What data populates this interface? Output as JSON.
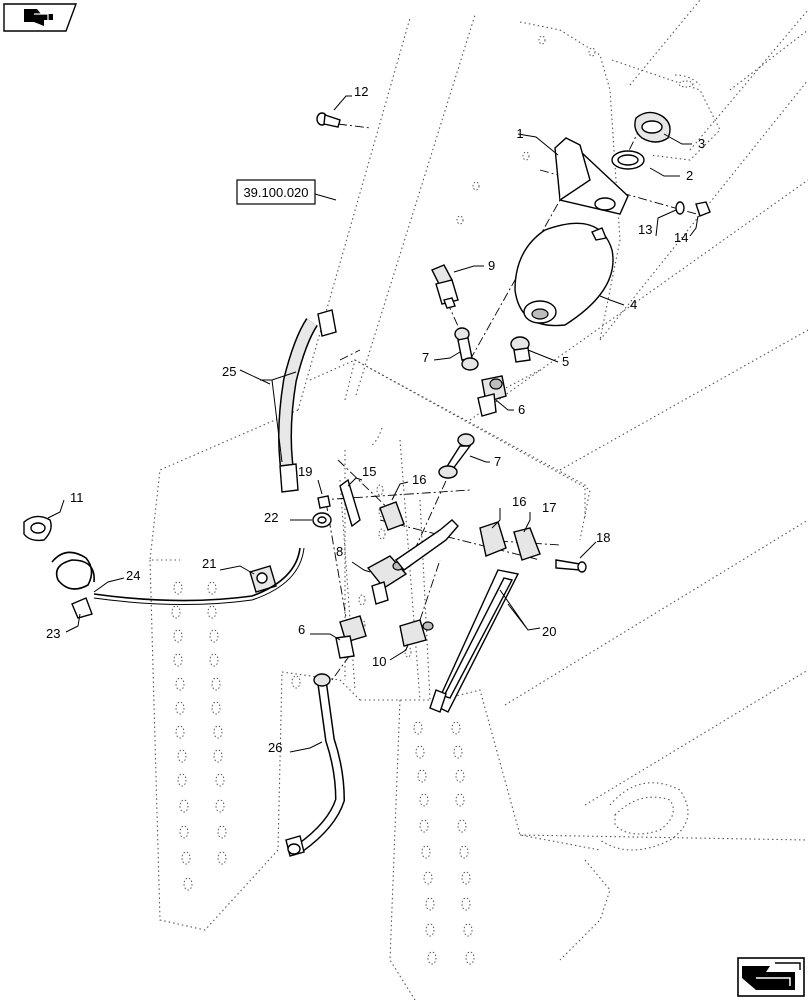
{
  "nav": {
    "top_icon": "page-back-arrow-icon",
    "bottom_icon": "page-forward-arrow-icon"
  },
  "reference_box": "39.100.020",
  "callouts": [
    {
      "id": "c1",
      "text": "1"
    },
    {
      "id": "c2",
      "text": "2"
    },
    {
      "id": "c3",
      "text": "3"
    },
    {
      "id": "c4",
      "text": "4"
    },
    {
      "id": "c5",
      "text": "5"
    },
    {
      "id": "c6a",
      "text": "6"
    },
    {
      "id": "c6b",
      "text": "6"
    },
    {
      "id": "c7a",
      "text": "7"
    },
    {
      "id": "c7b",
      "text": "7"
    },
    {
      "id": "c8",
      "text": "8"
    },
    {
      "id": "c9",
      "text": "9"
    },
    {
      "id": "c10",
      "text": "10"
    },
    {
      "id": "c11",
      "text": "11"
    },
    {
      "id": "c12",
      "text": "12"
    },
    {
      "id": "c13",
      "text": "13"
    },
    {
      "id": "c14",
      "text": "14"
    },
    {
      "id": "c15",
      "text": "15"
    },
    {
      "id": "c16a",
      "text": "16"
    },
    {
      "id": "c16b",
      "text": "16"
    },
    {
      "id": "c17",
      "text": "17"
    },
    {
      "id": "c18",
      "text": "18"
    },
    {
      "id": "c19",
      "text": "19"
    },
    {
      "id": "c20",
      "text": "20"
    },
    {
      "id": "c21",
      "text": "21"
    },
    {
      "id": "c22",
      "text": "22"
    },
    {
      "id": "c23",
      "text": "23"
    },
    {
      "id": "c24",
      "text": "24"
    },
    {
      "id": "c25",
      "text": "25"
    },
    {
      "id": "c26",
      "text": "26"
    }
  ]
}
